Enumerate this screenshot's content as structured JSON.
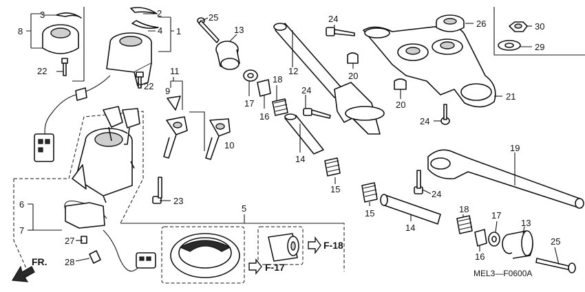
{
  "callouts": {
    "c1": "1",
    "c2": "2",
    "c3": "3",
    "c4": "4",
    "c5": "5",
    "c6": "6",
    "c7": "7",
    "c8": "8",
    "c9": "9",
    "c10": "10",
    "c11": "11",
    "c12": "12",
    "c13a": "13",
    "c13b": "13",
    "c14a": "14",
    "c14b": "14",
    "c15a": "15",
    "c15b": "15",
    "c16a": "16",
    "c16b": "16",
    "c17a": "17",
    "c17b": "17",
    "c18a": "18",
    "c18b": "18",
    "c19": "19",
    "c20a": "20",
    "c20b": "20",
    "c21": "21",
    "c22a": "22",
    "c22b": "22",
    "c23": "23",
    "c24a": "24",
    "c24b": "24",
    "c24c": "24",
    "c24d": "24",
    "c25a": "25",
    "c25b": "25",
    "c26": "26",
    "c27": "27",
    "c28": "28",
    "c29": "29",
    "c30": "30"
  },
  "references": {
    "fr": "FR.",
    "f17": "F-17",
    "f18": "F-18"
  },
  "diagram_code": "MEL3—F0600A"
}
